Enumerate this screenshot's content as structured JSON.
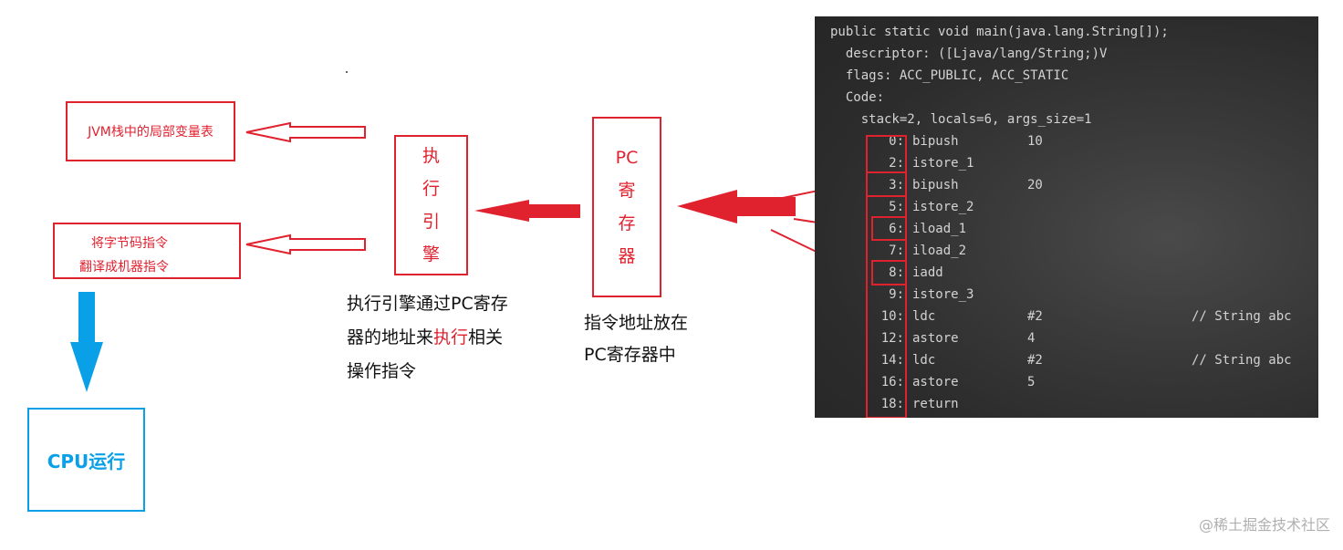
{
  "boxes": {
    "local_vars": "JVM栈中的局部变量表",
    "translate_line1": "将字节码指令",
    "translate_line2": "翻译成机器指令",
    "exec_engine": [
      "执",
      "行",
      "引",
      "擎"
    ],
    "pc_register": [
      "PC",
      "寄",
      "存",
      "器"
    ],
    "cpu": "CPU运行"
  },
  "captions": {
    "engine_line1": "执行引擎通过PC寄存",
    "engine_line2_a": "器的地址来",
    "engine_line2_b": "执行",
    "engine_line2_c": "相关",
    "engine_line3": "操作指令",
    "pc_line1": "指令地址放在",
    "pc_line2": "PC寄存器中"
  },
  "code": {
    "header": [
      "public static void main(java.lang.String[]);",
      "  descriptor: ([Ljava/lang/String;)V",
      "  flags: ACC_PUBLIC, ACC_STATIC",
      "  Code:",
      "    stack=2, locals=6, args_size=1"
    ],
    "instructions": [
      {
        "offset": "0:",
        "op": "bipush",
        "arg": "10",
        "comment": ""
      },
      {
        "offset": "2:",
        "op": "istore_1",
        "arg": "",
        "comment": ""
      },
      {
        "offset": "3:",
        "op": "bipush",
        "arg": "20",
        "comment": ""
      },
      {
        "offset": "5:",
        "op": "istore_2",
        "arg": "",
        "comment": ""
      },
      {
        "offset": "6:",
        "op": "iload_1",
        "arg": "",
        "comment": ""
      },
      {
        "offset": "7:",
        "op": "iload_2",
        "arg": "",
        "comment": ""
      },
      {
        "offset": "8:",
        "op": "iadd",
        "arg": "",
        "comment": ""
      },
      {
        "offset": "9:",
        "op": "istore_3",
        "arg": "",
        "comment": ""
      },
      {
        "offset": "10:",
        "op": "ldc",
        "arg": "#2",
        "comment": "// String abc"
      },
      {
        "offset": "12:",
        "op": "astore",
        "arg": "4",
        "comment": ""
      },
      {
        "offset": "14:",
        "op": "ldc",
        "arg": "#2",
        "comment": "// String abc"
      },
      {
        "offset": "16:",
        "op": "astore",
        "arg": "5",
        "comment": ""
      },
      {
        "offset": "18:",
        "op": "return",
        "arg": "",
        "comment": ""
      }
    ]
  },
  "watermark": "@稀土掘金技术社区",
  "colors": {
    "red": "#e0222f",
    "blue": "#0aa0e8",
    "code_bg": "#2e2e2e",
    "code_text": "#d3d3d3"
  }
}
